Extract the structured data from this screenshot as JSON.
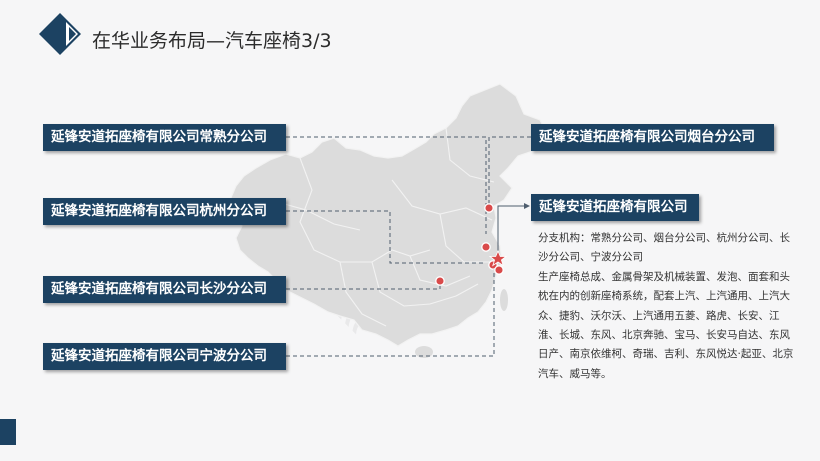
{
  "header": {
    "title": "在华业务布局—汽车座椅3/3"
  },
  "offices": {
    "changshu": "延锋安道拓座椅有限公司常熟分公司",
    "hangzhou": "延锋安道拓座椅有限公司杭州分公司",
    "changsha": "延锋安道拓座椅有限公司长沙分公司",
    "ningbo": "延锋安道拓座椅有限公司宁波分公司",
    "yantai": "延锋安道拓座椅有限公司烟台分公司",
    "headquarters": "延锋安道拓座椅有限公司"
  },
  "description": {
    "branches": "分支机构：常熟分公司、烟台分公司、杭州分公司、长沙分公司、宁波分公司",
    "products": "生产座椅总成、金属骨架及机械装置、发泡、面套和头枕在内的创新座椅系统，配套上汽、上汽通用、上汽大众、捷豹、沃尔沃、上汽通用五菱、路虎、长安、江淮、长城、东风、北京奔驰、宝马、长安马自达、东风日产、南京依维柯、奇瑞、吉利、东风悦达·起亚、北京汽车、威马等。"
  },
  "colors": {
    "brand": "#1c4262",
    "marker": "#d94a4a",
    "map_fill": "#dcdcdc",
    "background": "#f6f6f7"
  }
}
